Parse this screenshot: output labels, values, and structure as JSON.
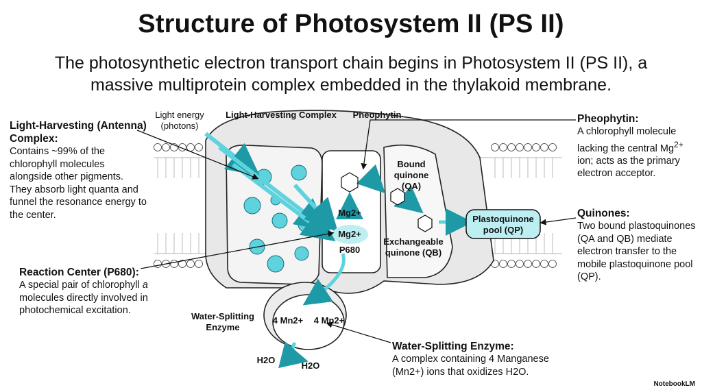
{
  "title": "Structure of Photosystem II (PS II)",
  "subtitle": "The photosynthetic electron transport chain begins in Photosystem II (PS II), a massive multiprotein complex embedded in the thylakoid membrane.",
  "annotations": {
    "lhc": {
      "heading": "Light-Harvesting (Antenna) Complex:",
      "body": "Contains ~99% of the chlorophyll molecules alongside other pigments. They absorb light quanta and funnel the resonance energy to the center."
    },
    "rc": {
      "heading": "Reaction Center (P680):",
      "body_pre": "A special pair of chlorophyll ",
      "body_em": "a",
      "body_post": " molecules directly involved in photochemical excitation."
    },
    "pheo": {
      "heading": "Pheophytin:",
      "body_pre": "A chlorophyll molecule lacking the central Mg",
      "body_sup": "2+",
      "body_post": " ion; acts as the primary electron acceptor."
    },
    "quin": {
      "heading": "Quinones:",
      "body": "Two bound plastoquinones (QA and QB) mediate electron transfer to the mobile plastoquinone pool (QP)."
    },
    "wse": {
      "heading": "Water-Splitting Enzyme:",
      "body": "A complex containing 4 Manganese (Mn2+) ions that oxidizes H2O."
    }
  },
  "diagram_labels": {
    "light_energy": "Light energy (photons)",
    "lhc": "Light-Harvesting Complex",
    "pheophytin": "Pheophytin",
    "bound_q": "Bound quinone (QA)",
    "exch_q": "Exchangeable quinone (QB)",
    "pq_pool": "Plastoquinone pool (QP)",
    "mg1": "Mg2+",
    "mg2": "Mg2+",
    "p680": "P680",
    "wse": "Water-Splitting Enzyme",
    "mn_left": "4 Mn2+",
    "mn_right": "4 Mn2+",
    "h2o_left": "H2O",
    "h2o_right": "H2O"
  },
  "brand": "NotebookLM",
  "colors": {
    "accent": "#5fd3dd",
    "accent_dark": "#1e9aa6",
    "ink": "#111111",
    "membrane": "#d9d9d9"
  }
}
